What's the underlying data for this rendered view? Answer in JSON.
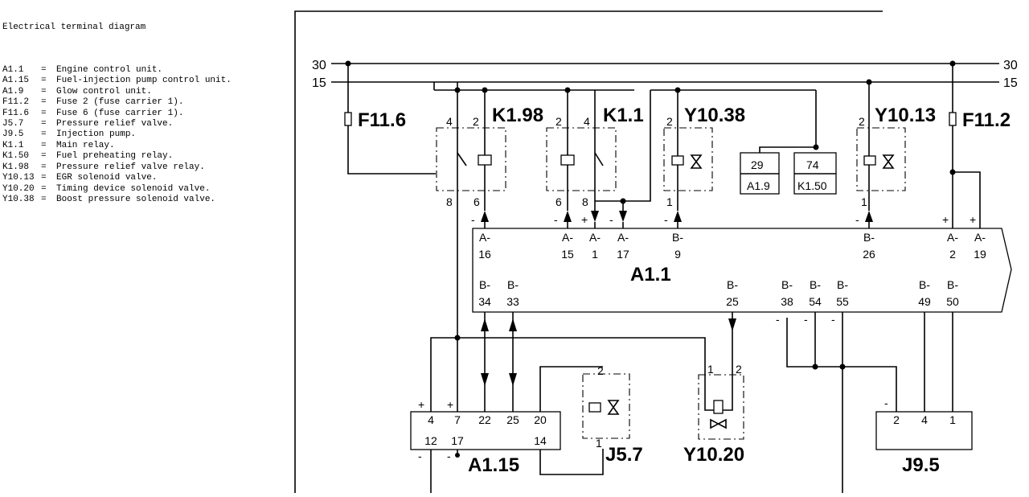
{
  "legend": {
    "title": "Electrical terminal diagram",
    "items": [
      {
        "code": "A1.1",
        "desc": "Engine control unit."
      },
      {
        "code": "A1.15",
        "desc": "Fuel-injection pump control unit."
      },
      {
        "code": "A1.9",
        "desc": "Glow control unit."
      },
      {
        "code": "F11.2",
        "desc": "Fuse 2 (fuse carrier 1)."
      },
      {
        "code": "F11.6",
        "desc": "Fuse 6 (fuse carrier 1)."
      },
      {
        "code": "J5.7",
        "desc": "Pressure relief valve."
      },
      {
        "code": "J9.5",
        "desc": "Injection pump."
      },
      {
        "code": "K1.1",
        "desc": "Main relay."
      },
      {
        "code": "K1.50",
        "desc": "Fuel preheating relay."
      },
      {
        "code": "K1.98",
        "desc": "Pressure relief valve relay."
      },
      {
        "code": "Y10.13",
        "desc": "EGR solenoid valve."
      },
      {
        "code": "Y10.20",
        "desc": "Timing device solenoid valve."
      },
      {
        "code": "Y10.38",
        "desc": "Boost pressure solenoid valve."
      }
    ]
  },
  "rails": {
    "r30": "30",
    "r15": "15"
  },
  "components": {
    "F11_6": "F11.6",
    "K1_98": "K1.98",
    "K1_1": "K1.1",
    "Y10_38": "Y10.38",
    "Y10_13": "Y10.13",
    "F11_2": "F11.2",
    "A1_1": "A1.1",
    "A1_15": "A1.15",
    "J5_7": "J5.7",
    "Y10_20": "Y10.20",
    "J9_5": "J9.5",
    "A1_9": "A1.9",
    "K1_50": "K1.50",
    "a19_pin": "29",
    "k150_pin": "74"
  },
  "relay_pins": {
    "k198": [
      "4",
      "2",
      "8",
      "6"
    ],
    "k11": [
      "2",
      "4",
      "6",
      "8"
    ],
    "y1038": [
      "2",
      "1"
    ],
    "y1013": [
      "2",
      "1"
    ],
    "j57": [
      "2",
      "1"
    ],
    "y1020": [
      "1",
      "2"
    ]
  },
  "ecu_pins": [
    {
      "conn": "A-",
      "num": "16"
    },
    {
      "conn": "A-",
      "num": "15"
    },
    {
      "conn": "A-",
      "num": "1"
    },
    {
      "conn": "A-",
      "num": "17"
    },
    {
      "conn": "B-",
      "num": "9"
    },
    {
      "conn": "B-",
      "num": "26"
    },
    {
      "conn": "A-",
      "num": "2"
    },
    {
      "conn": "A-",
      "num": "19"
    },
    {
      "conn": "B-",
      "num": "34"
    },
    {
      "conn": "B-",
      "num": "33"
    },
    {
      "conn": "B-",
      "num": "25"
    },
    {
      "conn": "B-",
      "num": "38"
    },
    {
      "conn": "B-",
      "num": "54"
    },
    {
      "conn": "B-",
      "num": "55"
    },
    {
      "conn": "B-",
      "num": "49"
    },
    {
      "conn": "B-",
      "num": "50"
    }
  ],
  "a115_pins_top": [
    "4",
    "7",
    "22",
    "25",
    "20"
  ],
  "a115_pins_bottom": [
    "12",
    "17",
    "14"
  ],
  "j95_pins": [
    "2",
    "4",
    "1"
  ],
  "polarity": {
    "minus": "-",
    "plus": "+"
  }
}
